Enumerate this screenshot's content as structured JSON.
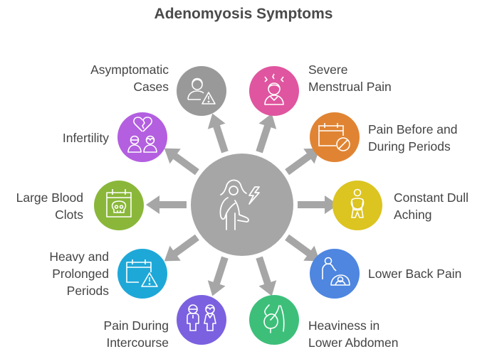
{
  "title": "Adenomyosis Symptoms",
  "center": {
    "icon": "woman-pain-lightning-icon",
    "color": "#A6A6A6"
  },
  "items": [
    {
      "id": "asymptomatic",
      "lines": [
        "Asymptomatic",
        "Cases"
      ],
      "color": "#999999",
      "icon": "person-warning-icon",
      "side": "left"
    },
    {
      "id": "severe-menstrual-pain",
      "lines": [
        "Severe",
        "Menstrual Pain"
      ],
      "color": "#E0559F",
      "icon": "stressed-woman-icon",
      "side": "right"
    },
    {
      "id": "pain-before-during",
      "lines": [
        "Pain Before and",
        "During Periods"
      ],
      "color": "#E08433",
      "icon": "calendar-blocked-icon",
      "side": "right"
    },
    {
      "id": "constant-dull-aching",
      "lines": [
        "Constant Dull",
        "Aching"
      ],
      "color": "#DCC421",
      "icon": "person-holding-abdomen-icon",
      "side": "right"
    },
    {
      "id": "lower-back-pain",
      "lines": [
        "Lower Back Pain"
      ],
      "color": "#4E86E0",
      "icon": "back-pain-icon",
      "side": "right"
    },
    {
      "id": "heaviness-lower-abdomen",
      "lines": [
        "Heaviness in",
        "Lower Abdomen"
      ],
      "color": "#3DBF7A",
      "icon": "abdomen-icon",
      "side": "right"
    },
    {
      "id": "pain-during-intercourse",
      "lines": [
        "Pain During",
        "Intercourse"
      ],
      "color": "#7B61E0",
      "icon": "couple-icon",
      "side": "left"
    },
    {
      "id": "heavy-prolonged-periods",
      "lines": [
        "Heavy and",
        "Prolonged",
        "Periods"
      ],
      "color": "#1EA8D8",
      "icon": "calendar-warning-icon",
      "side": "left"
    },
    {
      "id": "large-blood-clots",
      "lines": [
        "Large Blood",
        "Clots"
      ],
      "color": "#8AB73A",
      "icon": "calendar-skull-icon",
      "side": "left"
    },
    {
      "id": "infertility",
      "lines": [
        "Infertility"
      ],
      "color": "#B35FE0",
      "icon": "broken-heart-couple-icon",
      "side": "left"
    }
  ]
}
